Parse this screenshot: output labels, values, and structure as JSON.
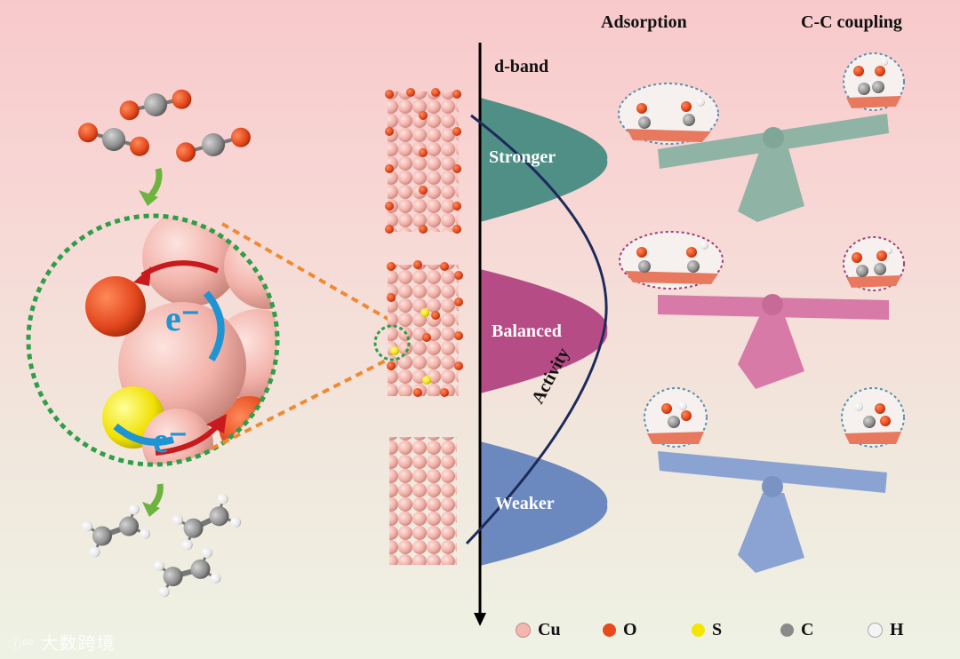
{
  "headers": {
    "adsorption": "Adsorption",
    "cc_coupling": "C-C coupling"
  },
  "axis": {
    "dband": "d-band",
    "activity": "Activity"
  },
  "bands": [
    {
      "label": "Stronger",
      "color": "#4f8f85"
    },
    {
      "label": "Balanced",
      "color": "#b64c86"
    },
    {
      "label": "Weaker",
      "color": "#6b89bf"
    }
  ],
  "electron_labels": [
    "e⁻",
    "e⁻"
  ],
  "legend": [
    {
      "symbol": "Cu",
      "color": "#f3b7b0"
    },
    {
      "symbol": "O",
      "color": "#e8491d"
    },
    {
      "symbol": "S",
      "color": "#f2e600"
    },
    {
      "symbol": "C",
      "color": "#8a8a8a"
    },
    {
      "symbol": "H",
      "color": "#f4f4f4"
    }
  ],
  "watermark": "大数跨境",
  "colors": {
    "balance_green": "#8fb3a5",
    "balance_pink": "#d77aa8",
    "balance_blue": "#8aa3d2",
    "arrow_green": "#6cb33f",
    "dashed_orange": "#ef8a33",
    "curve_navy": "#1d2b5a"
  }
}
